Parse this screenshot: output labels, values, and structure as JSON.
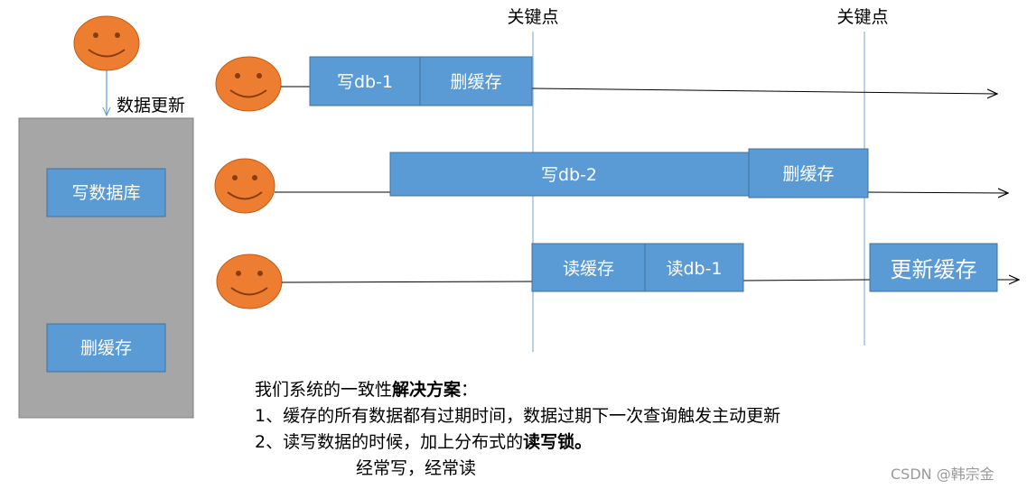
{
  "colors": {
    "box_fill": "#5b9bd5",
    "box_stroke": "#41719c",
    "face_fill": "#ed7d31",
    "face_stroke": "#c55a11",
    "server_fill": "#a6a6a6",
    "server_stroke": "#7f7f7f",
    "keypoint_line": "#9dc3e6"
  },
  "icons": {
    "person": "smiley-face-icon"
  },
  "keypoints": {
    "label_1": "关键点",
    "label_2": "关键点"
  },
  "left_panel": {
    "update_label": "数据更新",
    "write_db_label": "写数据库",
    "delete_cache_label": "删缓存"
  },
  "lanes": {
    "lane_1": {
      "write_label": "写db-1",
      "delete_label": "删缓存"
    },
    "lane_2": {
      "write_label": "写db-2",
      "delete_label": "删缓存"
    },
    "lane_3": {
      "read_cache_label": "读缓存",
      "read_db_label": "读db-1",
      "update_cache_label": "更新缓存"
    }
  },
  "notes": {
    "title_prefix": "我们系统的一致性",
    "title_bold": "解决方案",
    "title_suffix": "：",
    "item_1": "1、缓存的所有数据都有过期时间，数据过期下一次查询触发主动更新",
    "item_2_prefix": "2、读写数据的时候，加上分布式的",
    "item_2_bold": "读写锁。",
    "item_3": "经常写，经常读"
  },
  "watermark": "CSDN @韩宗金"
}
